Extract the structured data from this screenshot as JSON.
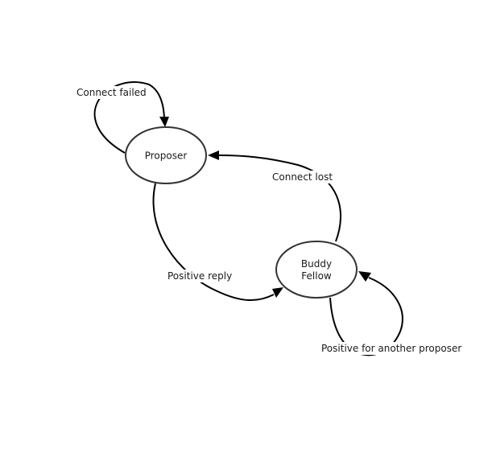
{
  "nodes": {
    "proposer": {
      "label": "Proposer"
    },
    "buddy": {
      "lines": [
        "Buddy",
        "Fellow"
      ]
    }
  },
  "edges": {
    "connect_failed": {
      "label": "Connect failed"
    },
    "connect_lost": {
      "label": "Connect lost"
    },
    "positive_reply": {
      "label": "Positive reply"
    },
    "positive_another": {
      "label": "Positive for another proposer"
    }
  },
  "colors": {
    "edge": "#000000",
    "node_border": "#333333",
    "background": "#ffffff"
  }
}
